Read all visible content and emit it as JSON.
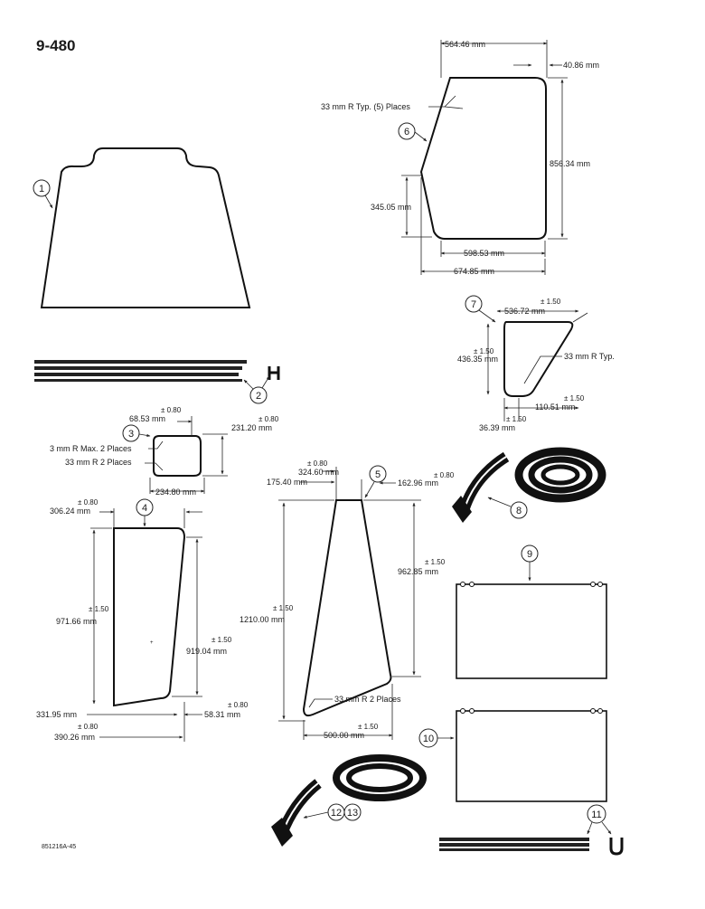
{
  "page_number": "9-480",
  "figure_code": "851216A-45",
  "callouts": [
    "1",
    "2",
    "3",
    "4",
    "5",
    "6",
    "7",
    "8",
    "9",
    "10",
    "11",
    "12",
    "13"
  ],
  "part6": {
    "top_width": "564.46 mm",
    "top_offset": "40.86 mm",
    "radius_note": "33 mm R Typ. (5) Places",
    "height": "856.34 mm",
    "left_height": "345.05 mm",
    "bottom_width": "598.53 mm",
    "overall_width": "674.85 mm"
  },
  "part7": {
    "tol_top": "± 1.50",
    "top_width": "536.72 mm",
    "tol_left": "± 1.50",
    "height": "436.35 mm",
    "radius_note": "33 mm R Typ.",
    "tol_bottom": "± 1.50",
    "bottom_width": "110.51 mm",
    "tol_offset": "± 1.50",
    "offset": "36.39 mm"
  },
  "part3": {
    "tol_top": "± 0.80",
    "top_width": "68.53 mm",
    "tol_height": "± 0.80",
    "height": "231.20 mm",
    "note_1": "3 mm R Max. 2 Places",
    "note_2": "33 mm R 2 Places",
    "bottom_width": "234.80 mm"
  },
  "part4": {
    "tol_top": "± 0.80",
    "top_offset": "306.24 mm",
    "tol_left": "± 1.50",
    "left_height": "971.66 mm",
    "tol_right": "± 1.50",
    "right_height": "919.04 mm",
    "bottom_width": "331.95 mm",
    "tol_right_bottom": "± 0.80",
    "right_bottom": "58.31 mm",
    "tol_overall": "± 0.80",
    "overall_width": "390.26 mm"
  },
  "part5": {
    "tol_top": "± 0.80",
    "top_width": "324.60 mm",
    "left_offset": "175.40 mm",
    "tol_right_top": "± 0.80",
    "right_offset": "162.96 mm",
    "tol_right": "± 1.50",
    "right_height": "962.85 mm",
    "tol_left": "± 1.50",
    "height": "1210.00 mm",
    "radius_note": "33 mm R 2 Places",
    "tol_bottom": "± 1.50",
    "bottom_width": "500.00 mm"
  }
}
